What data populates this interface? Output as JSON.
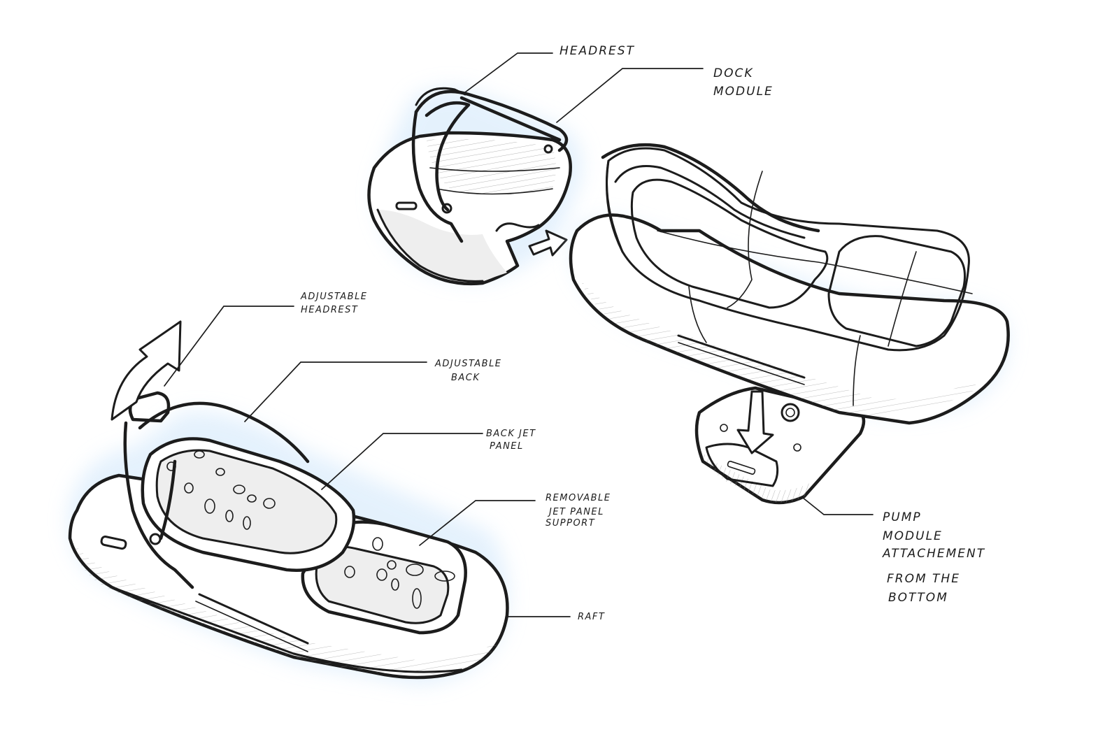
{
  "colors": {
    "ink": "#1c1c1c",
    "glow": "#cfe6fb",
    "background": "#ffffff"
  },
  "labels": {
    "headrest": "HEADREST",
    "dock_module_1": "DOCK",
    "dock_module_2": "MODULE",
    "adjustable_headrest_1": "ADJUSTABLE",
    "adjustable_headrest_2": "HEADREST",
    "adjustable_back_1": "ADJUSTABLE",
    "adjustable_back_2": "BACK",
    "back_jet_panel_1": "BACK JET",
    "back_jet_panel_2": "PANEL",
    "removable_1": "REMOVABLE",
    "removable_2": "JET PANEL",
    "removable_3": "SUPPORT",
    "raft": "RAFT",
    "pump_1": "PUMP",
    "pump_2": "MODULE",
    "pump_3": "ATTACHEMENT",
    "pump_4": "FROM THE",
    "pump_5": "BOTTOM"
  }
}
